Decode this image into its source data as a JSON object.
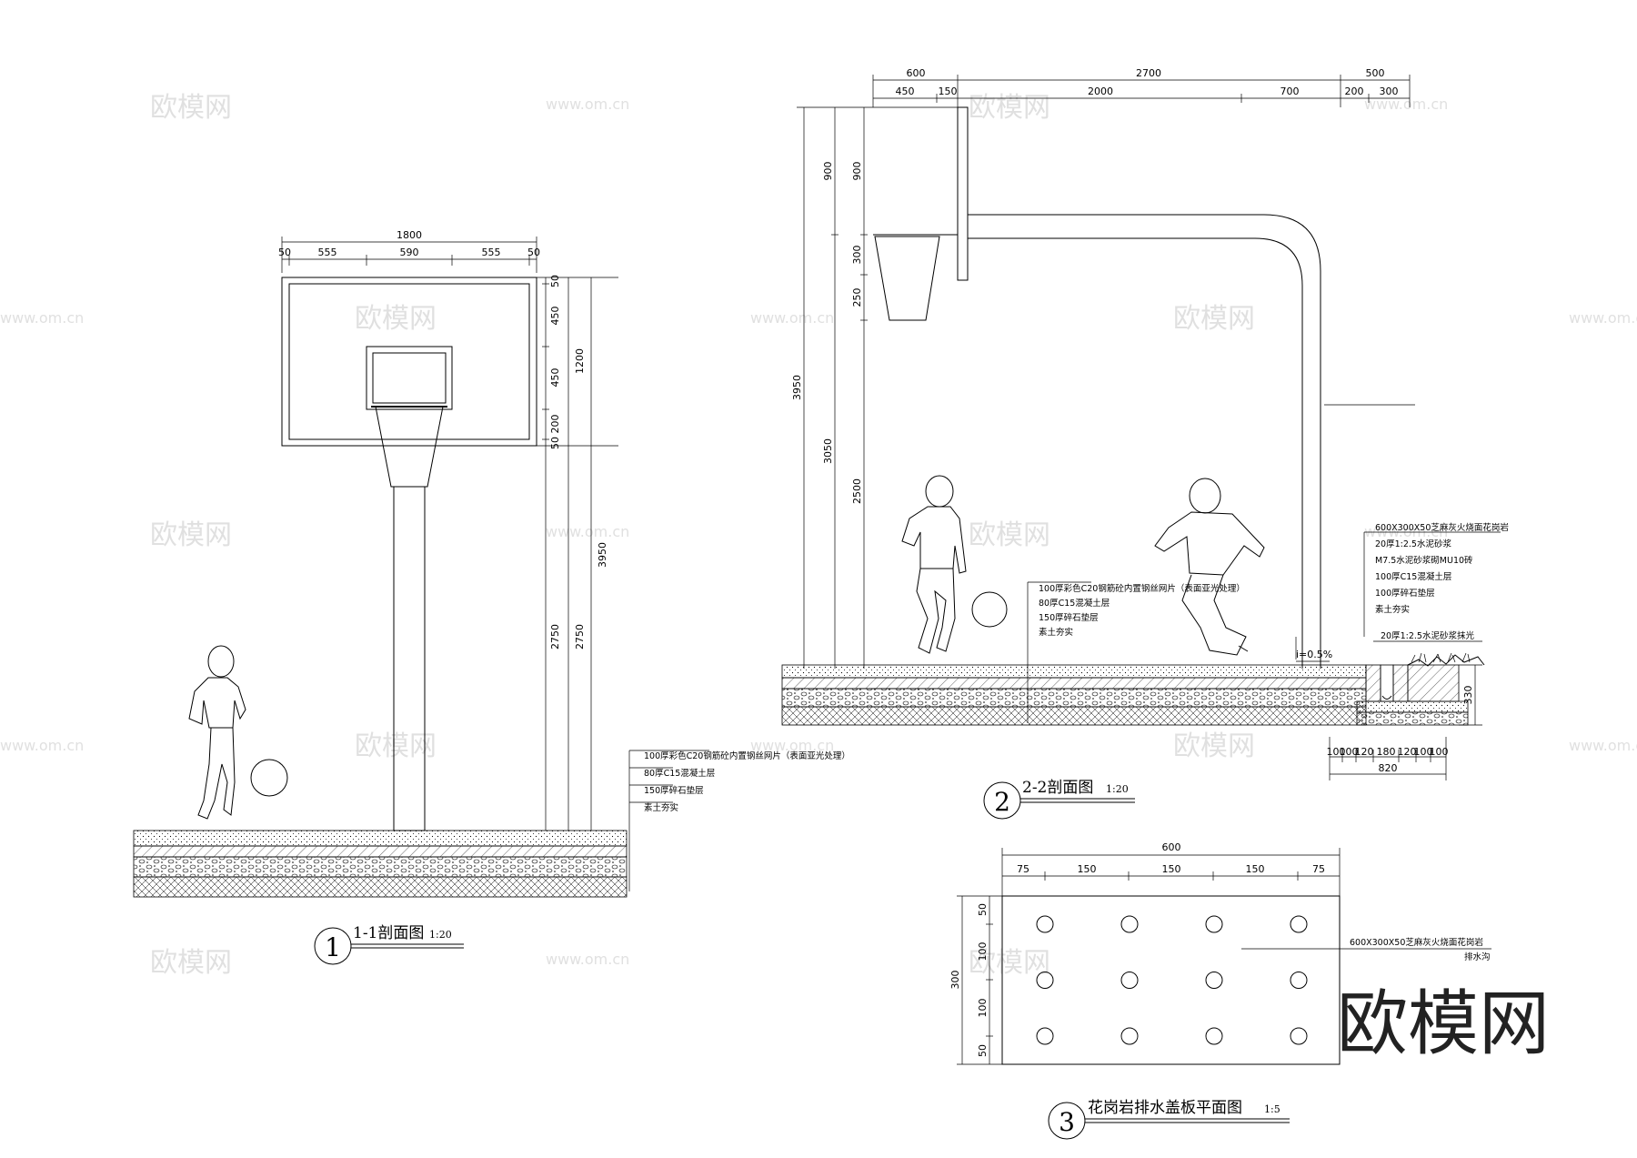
{
  "watermark": {
    "brand": "欧模网",
    "url": "www.om.cn"
  },
  "section1": {
    "number": "1",
    "title": "1-1剖面图",
    "scale": "1:20",
    "dims_top": {
      "total": "1800",
      "parts": [
        "50",
        "555",
        "590",
        "555",
        "50"
      ]
    },
    "dims_right": {
      "a": "50",
      "b": "450",
      "c": "450",
      "d": "200",
      "e": "50",
      "f": "2750",
      "g": "1200",
      "h": "2750",
      "i": "3950"
    },
    "notes": [
      "100厚彩色C20钢筋砼内置钢丝网片（表面亚光处理）",
      "80厚C15混凝土层",
      "150厚碎石垫层",
      "素土夯实"
    ]
  },
  "section2": {
    "number": "2",
    "title": "2-2剖面图",
    "scale": "1:20",
    "dims_top1": [
      "600",
      "2700",
      "500"
    ],
    "dims_top2": [
      "450",
      "150",
      "2000",
      "700",
      "200",
      "300"
    ],
    "dims_left_outer": [
      "3950"
    ],
    "dims_left_mid": [
      "900",
      "3050"
    ],
    "dims_left_inner": [
      "900",
      "300",
      "250",
      "2500"
    ],
    "slope": "i=0.5%",
    "floor_notes": [
      "100厚彩色C20钢筋砼内置钢丝网片（表面亚光处理）",
      "80厚C15混凝土层",
      "150厚碎石垫层",
      "素土夯实"
    ],
    "drain_notes": [
      "600X300X50芝麻灰火烧面花岗岩",
      "20厚1:2.5水泥砂浆",
      "M7.5水泥砂浆砌MU10砖",
      "100厚C15混凝土层",
      "100厚碎石垫层",
      "素土夯实"
    ],
    "mortar_note": "20厚1:2.5水泥砂浆抹光",
    "dims_bottom": [
      "100",
      "100",
      "120",
      "180",
      "120",
      "100",
      "100"
    ],
    "dims_bottom_total": "820",
    "dims_right": "330"
  },
  "section3": {
    "number": "3",
    "title": "花岗岩排水盖板平面图",
    "scale": "1:5",
    "dims_top_total": "600",
    "dims_top": [
      "75",
      "150",
      "150",
      "150",
      "75"
    ],
    "dims_left_total": "300",
    "dims_left": [
      "50",
      "100",
      "100",
      "50"
    ],
    "notes": [
      "600X300X50芝麻灰火烧面花岗岩",
      "排水沟"
    ],
    "holes": {
      "cols": 4,
      "rows": 3
    }
  }
}
